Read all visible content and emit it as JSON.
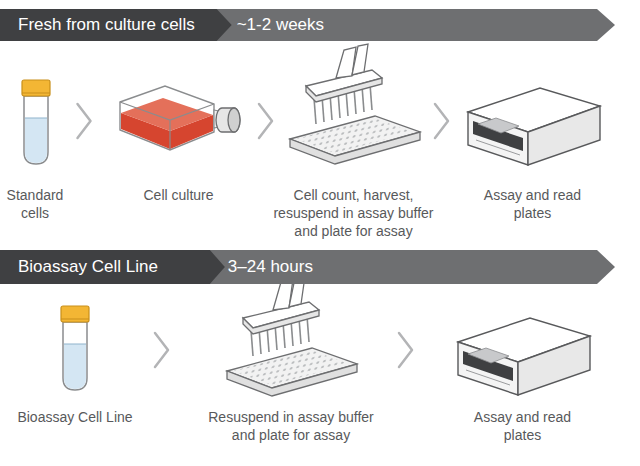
{
  "diagram": {
    "nodes": [
      {
        "text": [
          "Fresh from culture cells",
          "~1-2 weeks"
        ]
      },
      {
        "text": [
          "Standard cells"
        ]
      },
      {
        "text": [
          "Cell culture"
        ]
      },
      {
        "text": [
          "Cell count, harvest, resuspend in assay buffer and plate for assay"
        ]
      },
      {
        "text": [
          "Assay and read plates"
        ]
      },
      {
        "text": [
          "Bioassay Cell Line",
          "3–24 hours"
        ]
      },
      {
        "text": [
          "Bioassay Cell Line"
        ]
      },
      {
        "text": [
          "Resuspend in assay buffer and plate for assay"
        ]
      },
      {
        "text": [
          "Assay and read plates"
        ]
      }
    ],
    "edges": [
      {
        "from": 1,
        "to": 2,
        "arrow": "to"
      },
      {
        "from": 2,
        "to": 3,
        "arrow": "to"
      },
      {
        "from": 3,
        "to": 4,
        "arrow": "to"
      },
      {
        "from": 6,
        "to": 7,
        "arrow": "to"
      },
      {
        "from": 7,
        "to": 8,
        "arrow": "to"
      }
    ]
  }
}
